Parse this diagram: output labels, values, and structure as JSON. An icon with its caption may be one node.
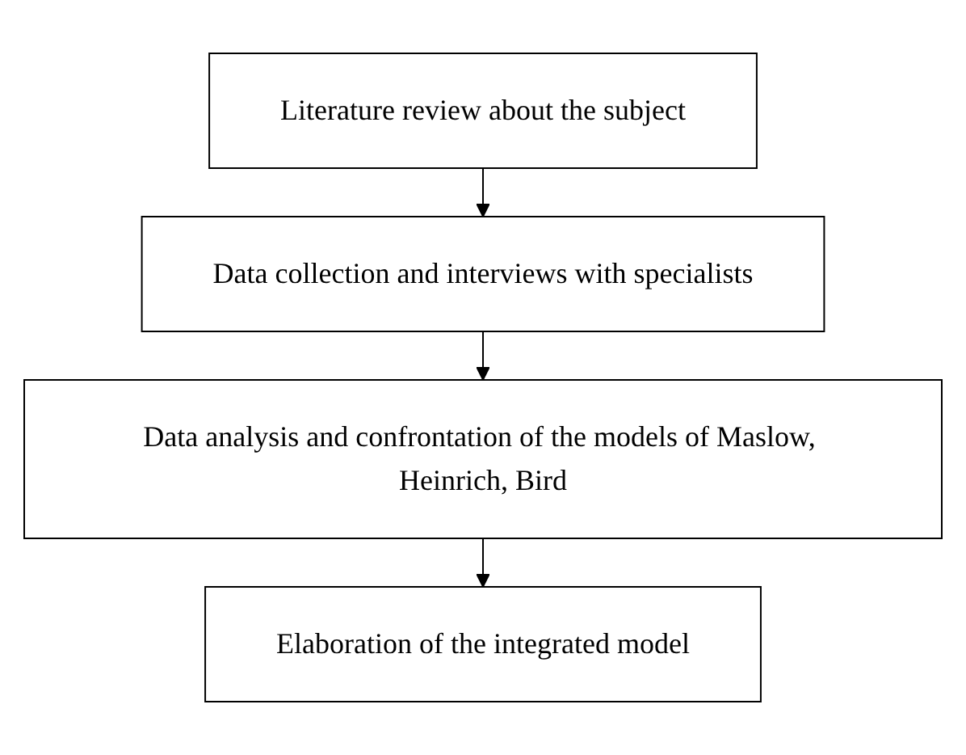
{
  "diagram": {
    "nodes": [
      {
        "text": [
          "Literature review about the subject"
        ]
      },
      {
        "text": [
          "Data collection and interviews with specialists"
        ]
      },
      {
        "text": [
          "Data analysis and confrontation of the models of Maslow, Heinrich, Bird"
        ]
      },
      {
        "text": [
          "Elaboration of the integrated model"
        ]
      }
    ],
    "edges": [
      {
        "from": 0,
        "to": 1,
        "arrow": "to"
      },
      {
        "from": 1,
        "to": 2,
        "arrow": "to"
      },
      {
        "from": 2,
        "to": 3,
        "arrow": "to"
      }
    ]
  }
}
